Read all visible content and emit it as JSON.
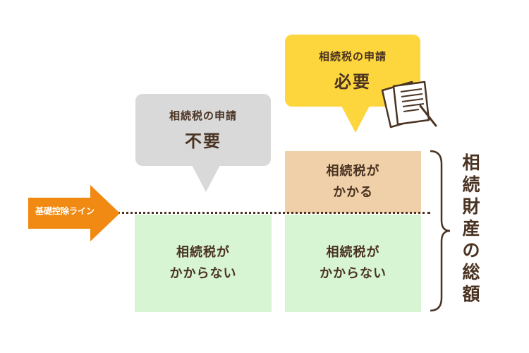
{
  "bubbles": {
    "unnecessary": {
      "line1": "相続税の申請",
      "line2": "不要"
    },
    "necessary": {
      "line1": "相続税の申請",
      "line2": "必要"
    }
  },
  "boxes": {
    "left_bottom": {
      "line1": "相続税が",
      "line2": "かからない"
    },
    "right_top": {
      "line1": "相続税が",
      "line2": "かかる"
    },
    "right_bottom": {
      "line1": "相続税が",
      "line2": "かからない"
    }
  },
  "arrow_label": "基礎控除ライン",
  "vertical_label": [
    "相",
    "続",
    "財",
    "産",
    "の",
    "総",
    "額"
  ],
  "colors": {
    "gray_bubble": "#d9d9d9",
    "yellow_bubble": "#fdd63e",
    "green_box": "#d7f4d3",
    "orange_box": "#f0d0a8",
    "arrow": "#f08a12",
    "text": "#4a3322"
  },
  "icons": {
    "document": "document-with-pen-icon"
  }
}
